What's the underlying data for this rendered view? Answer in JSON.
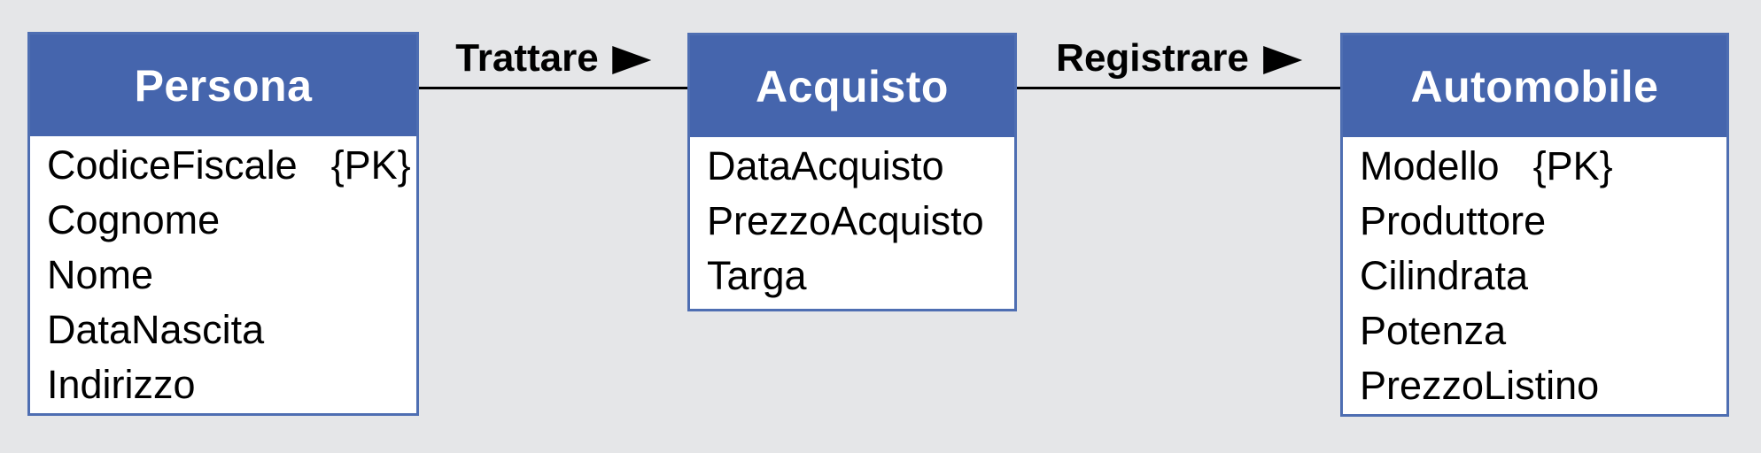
{
  "diagram": {
    "background_color": "#E5E6E8",
    "entity_header_color": "#4565AD",
    "entity_border_color": "#4E6EB2",
    "line_color": "#000000",
    "entities": [
      {
        "name": "Persona",
        "attributes": [
          {
            "name": "CodiceFiscale",
            "tag": "{PK}"
          },
          {
            "name": "Cognome",
            "tag": ""
          },
          {
            "name": "Nome",
            "tag": ""
          },
          {
            "name": "DataNascita",
            "tag": ""
          },
          {
            "name": "Indirizzo",
            "tag": ""
          }
        ]
      },
      {
        "name": "Acquisto",
        "attributes": [
          {
            "name": "DataAcquisto",
            "tag": ""
          },
          {
            "name": "PrezzoAcquisto",
            "tag": ""
          },
          {
            "name": "Targa",
            "tag": ""
          }
        ]
      },
      {
        "name": "Automobile",
        "attributes": [
          {
            "name": "Modello",
            "tag": "{PK}"
          },
          {
            "name": "Produttore",
            "tag": ""
          },
          {
            "name": "Cilindrata",
            "tag": ""
          },
          {
            "name": "Potenza",
            "tag": ""
          },
          {
            "name": "PrezzoListino",
            "tag": ""
          }
        ]
      }
    ],
    "relationships": [
      {
        "label": "Trattare",
        "icon": "right-arrow"
      },
      {
        "label": "Registrare",
        "icon": "right-arrow"
      }
    ]
  }
}
